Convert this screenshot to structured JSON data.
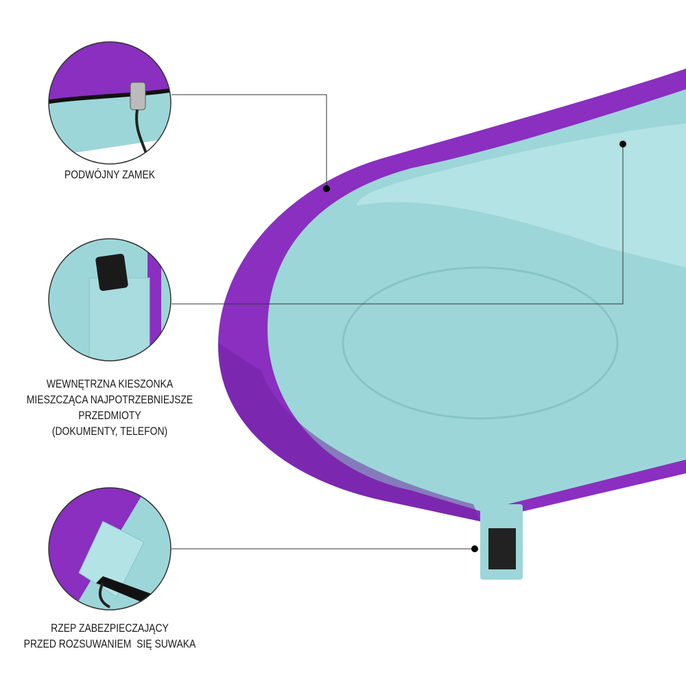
{
  "features": [
    {
      "id": "double-zipper",
      "lines": [
        "PODWÓJNY ZAMEK"
      ]
    },
    {
      "id": "inner-pocket",
      "lines": [
        "WEWNĘTRZNA KIESZONKA",
        "MIESZCZĄCA NAJPOTRZEBNIEJSZE",
        "PRZEDMIOTY",
        "(DOKUMENTY, TELEFON)"
      ]
    },
    {
      "id": "velcro",
      "lines": [
        "RZEP ZABEZPIECZAJĄCY",
        "PRZED ROZSUWANIEM  SIĘ SUWAKA"
      ]
    }
  ],
  "colors": {
    "purple": "#8a2fc0",
    "purple_dark": "#6e1fa0",
    "teal": "#9dd6d9",
    "teal_light": "#b3e3e4",
    "line": "#333333"
  }
}
